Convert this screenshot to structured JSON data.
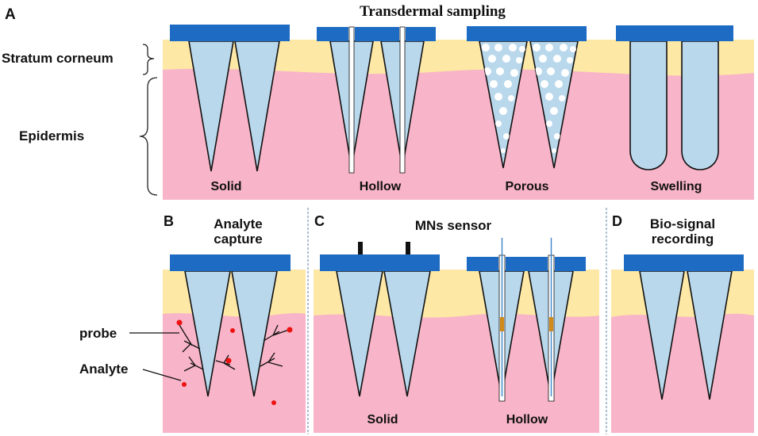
{
  "panel_letters": {
    "a": "A",
    "b": "B",
    "c": "C",
    "d": "D"
  },
  "panel_a": {
    "title": "Transdermal sampling",
    "layer_labels": {
      "stratum": "Stratum corneum",
      "epidermis": "Epidermis"
    },
    "types": [
      "Solid",
      "Hollow",
      "Porous",
      "Swelling"
    ]
  },
  "panel_b": {
    "title_line1": "Analyte",
    "title_line2": "capture",
    "probe_label": "probe",
    "analyte_label": "Analyte"
  },
  "panel_c": {
    "title": "MNs sensor",
    "solid_label": "Solid",
    "hollow_label": "Hollow"
  },
  "panel_d": {
    "title_line1": "Bio-signal",
    "title_line2": "recording"
  },
  "colors": {
    "base": "#1e6bc4",
    "needle": "#b9d8ec",
    "stratum": "#fde8a6",
    "epidermis": "#f8b4c8",
    "analyte": "#ee1111",
    "electrode": "#d08a1a",
    "divider": "#5c7fa6"
  }
}
